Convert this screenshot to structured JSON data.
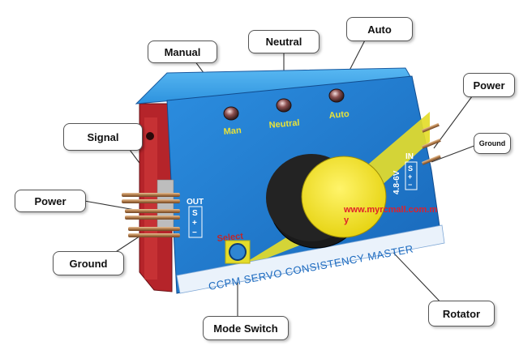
{
  "colors": {
    "body_blue": "#1e7fd0",
    "top_blue": "#3aa6ea",
    "bolt_yellow": "#e4dc2a",
    "knob_yellow": "#f3e51d",
    "side_red": "#c0262a",
    "watermark_red": "#e0202a",
    "label_yellow": "#e8e23a"
  },
  "device": {
    "leds": {
      "man": "Man",
      "neutral": "Neutral",
      "auto": "Auto"
    },
    "out_label": "OUT",
    "out_pins": [
      "S",
      "+",
      "−"
    ],
    "in_label": "IN",
    "voltage": "4.8-6V",
    "in_pins": [
      "S",
      "+",
      "−"
    ],
    "select_label": "Select",
    "watermark_line1": "www.myrcmall.com.m",
    "watermark_line2": "y",
    "brand_text": "CCPM SERVO CONSISTENCY MASTER"
  },
  "callouts": {
    "manual": "Manual",
    "neutral": "Neutral",
    "auto": "Auto",
    "signal": "Signal",
    "power_left": "Power",
    "ground_left": "Ground",
    "power_right": "Power",
    "ground_right": "Ground",
    "mode_switch": "Mode Switch",
    "rotator": "Rotator"
  }
}
